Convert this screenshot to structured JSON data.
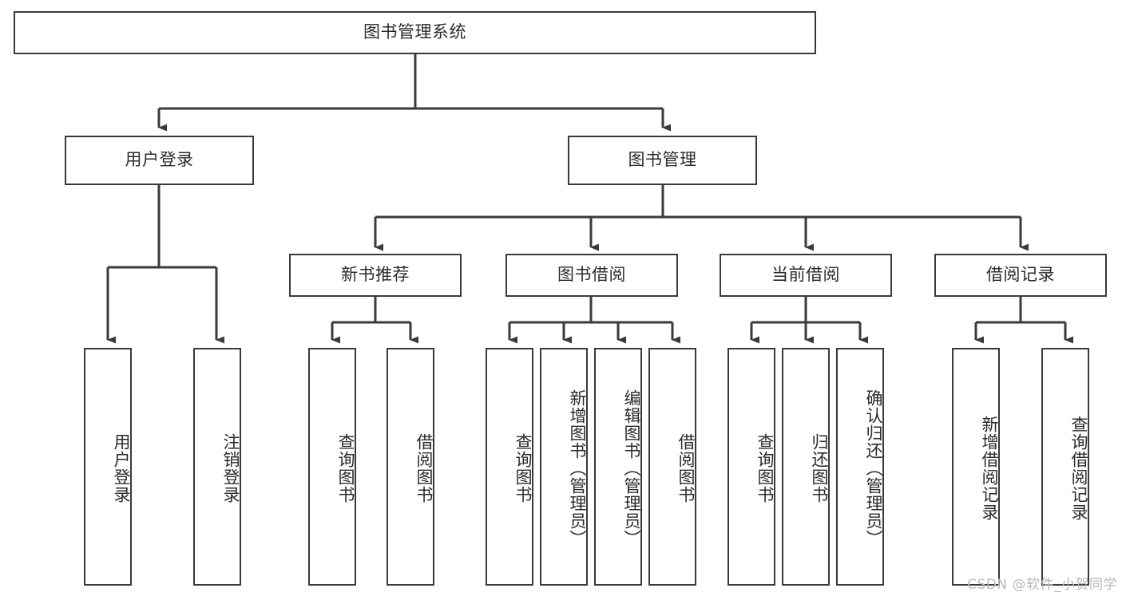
{
  "diagram": {
    "title": "图书管理系统",
    "type": "tree-hierarchy-diagram",
    "colors": {
      "box_border": "#3a3a3a",
      "box_fill": "#ffffff",
      "connector": "#3a3a3a",
      "text": "#2b2b2b",
      "watermark": "#b9b9b9",
      "background": "#ffffff"
    },
    "watermark": "CSDN @软件_小贺同学",
    "levels": {
      "root": {
        "label": "图书管理系统",
        "orientation": "horizontal"
      },
      "level2": [
        {
          "id": "user-login",
          "label": "用户登录",
          "orientation": "horizontal"
        },
        {
          "id": "book-management",
          "label": "图书管理",
          "orientation": "horizontal"
        }
      ],
      "level3": [
        {
          "id": "new-book-recommend",
          "label": "新书推荐",
          "orientation": "horizontal",
          "parent": "book-management"
        },
        {
          "id": "book-borrow",
          "label": "图书借阅",
          "orientation": "horizontal",
          "parent": "book-management"
        },
        {
          "id": "current-borrow",
          "label": "当前借阅",
          "orientation": "horizontal",
          "parent": "book-management"
        },
        {
          "id": "borrow-record",
          "label": "借阅记录",
          "orientation": "horizontal",
          "parent": "book-management"
        }
      ],
      "leaves": [
        {
          "id": "leaf-user-login",
          "label": "用户登录",
          "orientation": "vertical",
          "parent": "user-login"
        },
        {
          "id": "leaf-user-logout",
          "label": "注销登录",
          "orientation": "vertical",
          "parent": "user-login"
        },
        {
          "id": "leaf-query-book-1",
          "label": "查询图书",
          "orientation": "vertical",
          "parent": "new-book-recommend"
        },
        {
          "id": "leaf-borrow-book-1",
          "label": "借阅图书",
          "orientation": "vertical",
          "parent": "new-book-recommend"
        },
        {
          "id": "leaf-query-book-2",
          "label": "查询图书",
          "orientation": "vertical",
          "parent": "book-borrow"
        },
        {
          "id": "leaf-add-book",
          "label": "新增图书（管理员）",
          "orientation": "vertical",
          "parent": "book-borrow"
        },
        {
          "id": "leaf-edit-book",
          "label": "编辑图书（管理员）",
          "orientation": "vertical",
          "parent": "book-borrow"
        },
        {
          "id": "leaf-borrow-book-2",
          "label": "借阅图书",
          "orientation": "vertical",
          "parent": "book-borrow"
        },
        {
          "id": "leaf-query-book-3",
          "label": "查询图书",
          "orientation": "vertical",
          "parent": "current-borrow"
        },
        {
          "id": "leaf-return-book",
          "label": "归还图书",
          "orientation": "vertical",
          "parent": "current-borrow"
        },
        {
          "id": "leaf-confirm-return",
          "label": "确认归还（管理员）",
          "orientation": "vertical",
          "parent": "current-borrow"
        },
        {
          "id": "leaf-add-record",
          "label": "新增借阅记录",
          "orientation": "vertical",
          "parent": "borrow-record"
        },
        {
          "id": "leaf-query-record",
          "label": "查询借阅记录",
          "orientation": "vertical",
          "parent": "borrow-record"
        }
      ]
    }
  }
}
